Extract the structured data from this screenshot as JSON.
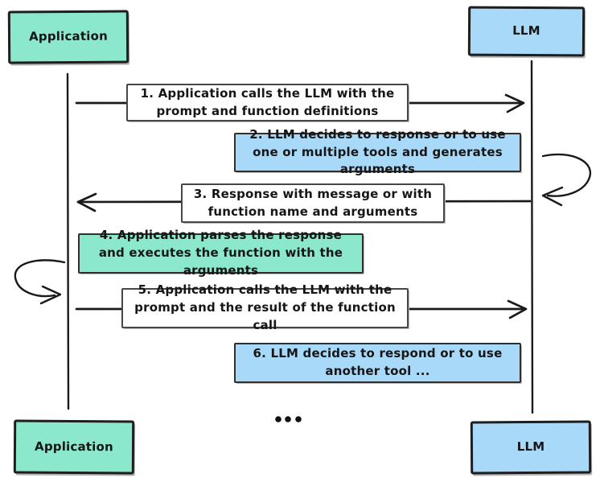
{
  "actors": [
    {
      "label": "Application",
      "position": "top-left"
    },
    {
      "label": "LLM",
      "position": "top-right"
    },
    {
      "label": "Application",
      "position": "bottom-left"
    },
    {
      "label": "LLM",
      "position": "bottom-right"
    }
  ],
  "messages": [
    {
      "step": 1,
      "text": "1. Application calls the LLM with the prompt and function definitions",
      "fill": "white",
      "arrow": "application-to-llm"
    },
    {
      "step": 2,
      "text": "2. LLM decides to response or to use one or multiple tools and generates arguments",
      "fill": "blue",
      "arrow": "llm-self-loop"
    },
    {
      "step": 3,
      "text": "3. Response with message or with function name and arguments",
      "fill": "white",
      "arrow": "llm-to-application"
    },
    {
      "step": 4,
      "text": "4. Application parses the response and executes the function with the arguments",
      "fill": "teal",
      "arrow": "application-self-loop"
    },
    {
      "step": 5,
      "text": "5. Application calls the LLM with the prompt and the result of the function call",
      "fill": "white",
      "arrow": "application-to-llm"
    },
    {
      "step": 6,
      "text": "6. LLM decides to respond or to use another tool ...",
      "fill": "blue",
      "arrow": "none"
    }
  ],
  "ellipsis": "...",
  "colors": {
    "actor_application_fill": "#8CE8CC",
    "actor_llm_fill": "#A9D9F8",
    "message_white_fill": "#FFFFFF",
    "stroke": "#1A1A1A"
  }
}
